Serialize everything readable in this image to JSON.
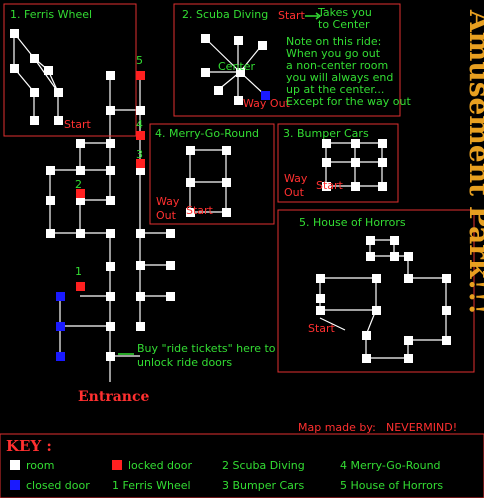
{
  "panels": {
    "ferris": "1. Ferris Wheel",
    "scuba": "2. Scuba Diving",
    "merry": "4. Merry-Go-Round",
    "bumper": "3. Bumper Cars",
    "horrors": "5. House of Horrors"
  },
  "labels": {
    "start": "Start",
    "center": "Center",
    "way_out": "Way Out",
    "way": "Way",
    "out": "Out",
    "takes_you_1": "Takes you",
    "takes_you_2": "to Center",
    "scuba_note": [
      "Note on this ride:",
      "When you go out",
      "a non-center room",
      "you will always end",
      "up at the center...",
      "Except for the way out"
    ],
    "ticket_1": "Buy \"ride tickets\" here to",
    "ticket_2": "unlock ride doors",
    "entrance": "Entrance",
    "title": "Amusement Park!!!",
    "credit_prefix": "Map made by:",
    "credit_name": "NEVERMIND!"
  },
  "door_numbers": [
    "5",
    "4",
    "3",
    "2",
    "1"
  ],
  "key": {
    "title": "KEY :",
    "room": "room",
    "locked_door": "locked door",
    "closed_door": "closed door",
    "rides": [
      "1   Ferris Wheel",
      "2   Scuba Diving",
      "3   Bumper Cars",
      "4   Merry-Go-Round",
      "5   House of Horrors"
    ]
  },
  "colors": {
    "panel_border": "#e03030",
    "room": "#ffffff",
    "locked": "#ff2020",
    "closed": "#1a1aff",
    "green_text": "#33dd33",
    "red_text": "#ff3030",
    "title_orange": "#e8a020"
  }
}
